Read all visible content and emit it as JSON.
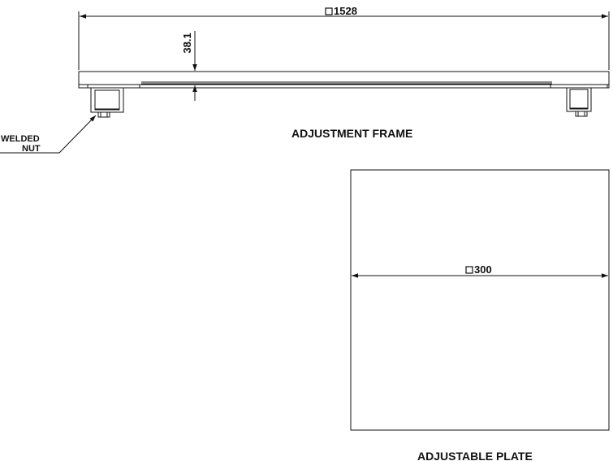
{
  "dimensions": {
    "frame_width": "1528",
    "frame_height": "38.1",
    "plate_width": "300"
  },
  "labels": {
    "welded_line1": "WELDED",
    "welded_line2": "NUT",
    "frame_title": "ADJUSTMENT FRAME",
    "plate_title": "ADJUSTABLE PLATE"
  },
  "colors": {
    "line": "#111111",
    "background": "#ffffff"
  }
}
